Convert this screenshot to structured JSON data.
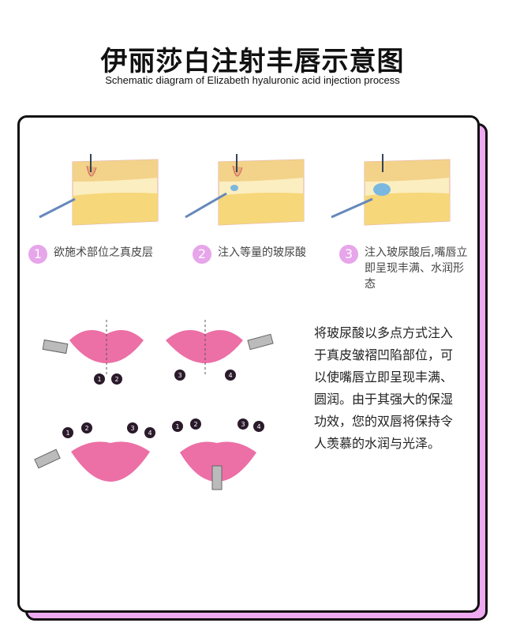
{
  "title": "伊丽莎白注射丰唇示意图",
  "subtitle": "Schematic diagram of Elizabeth hyaluronic acid injection process",
  "steps": [
    {
      "num": "1",
      "text": "欲施术部位之真皮层"
    },
    {
      "num": "2",
      "text": "注入等量的玻尿酸"
    },
    {
      "num": "3",
      "text": "注入玻尿酸后,嘴唇立即呈现丰满、水润形态"
    }
  ],
  "markers": [
    "1",
    "2",
    "3",
    "4"
  ],
  "description": "将玻尿酸以多点方式注入于真皮皱褶凹陷部位，可以使嘴唇立即呈现丰满、圆润。由于其强大的保湿功效，您的双唇将保持令人羡慕的水润与光泽。",
  "colors": {
    "accent": "#e7a5ea",
    "shadow": "#eeaaf0",
    "lip": "#e85a9a"
  }
}
